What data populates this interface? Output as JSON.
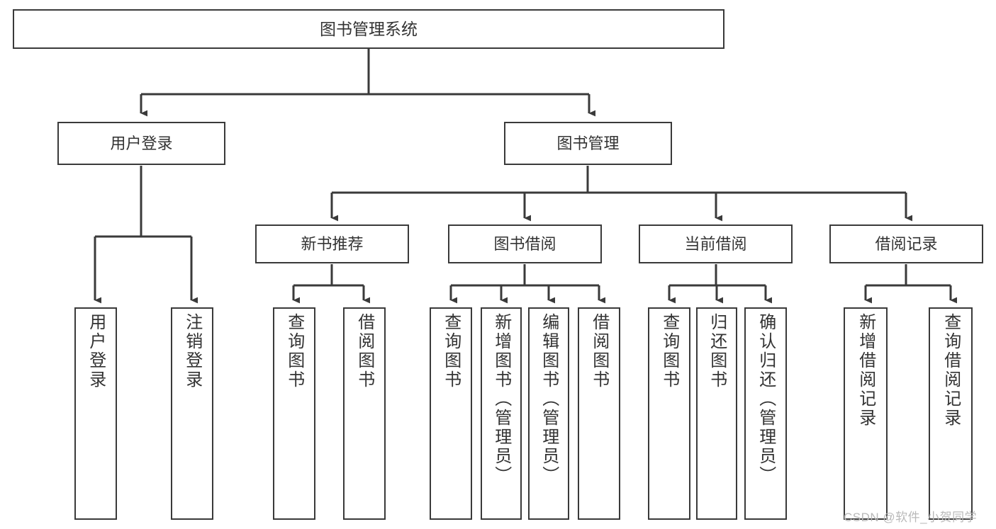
{
  "diagram": {
    "title": "图书管理系统",
    "watermark": "CSDN @软件_小贺同学",
    "colors": {
      "box_border": "#3a3a3a",
      "connector": "#3a3a3a",
      "text": "#333333",
      "background": "#ffffff",
      "watermark": "#b9b9b9"
    },
    "root": {
      "label": "图书管理系统"
    },
    "level2": [
      {
        "label": "用户登录"
      },
      {
        "label": "图书管理"
      }
    ],
    "level3": [
      {
        "label": "新书推荐"
      },
      {
        "label": "图书借阅"
      },
      {
        "label": "当前借阅"
      },
      {
        "label": "借阅记录"
      }
    ],
    "leaves": {
      "user_login": [
        {
          "label": "用户登录"
        },
        {
          "label": "注销登录"
        }
      ],
      "new_book_recommend": [
        {
          "label": "查询图书"
        },
        {
          "label": "借阅图书"
        }
      ],
      "book_borrow": [
        {
          "label": "查询图书"
        },
        {
          "label": "新增图书（管理员）"
        },
        {
          "label": "编辑图书（管理员）"
        },
        {
          "label": "借阅图书"
        }
      ],
      "current_borrow": [
        {
          "label": "查询图书"
        },
        {
          "label": "归还图书"
        },
        {
          "label": "确认归还（管理员）"
        }
      ],
      "borrow_record": [
        {
          "label": "新增借阅记录"
        },
        {
          "label": "查询借阅记录"
        }
      ]
    }
  }
}
